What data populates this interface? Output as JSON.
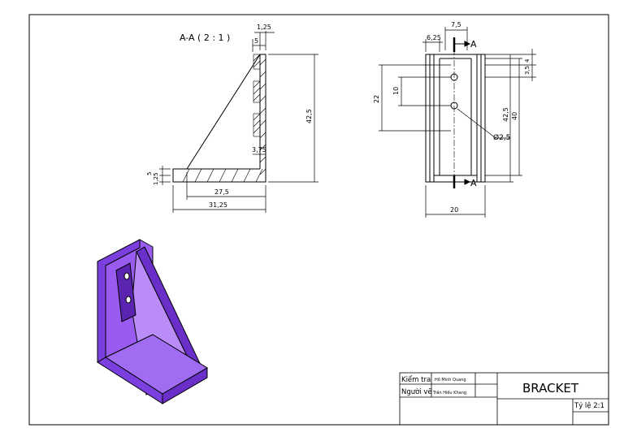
{
  "section_label": "A-A ( 2 : 1 )",
  "section_dims": {
    "d_1_25_top": "1,25",
    "d_5_top": "5",
    "d_42_5": "42,5",
    "d_3_75": "3,75",
    "d_5_left": "5",
    "d_1_25_left": "1,25",
    "d_27_5": "27,5",
    "d_31_25": "31,25"
  },
  "front_dims": {
    "d_7_5": "7,5",
    "d_6_25": "6,25",
    "section_mark_top": "A",
    "section_mark_bottom": "A",
    "d_22": "22",
    "d_10": "10",
    "d_3_5": "3,5",
    "d_4": "4",
    "d_42_5": "42,5",
    "d_40": "40",
    "d_phi_2_5": "Ø2,5",
    "d_20": "20"
  },
  "title_block": {
    "checker_label": "Kiểm tra",
    "checker_name": "Hồ Minh Quang",
    "drafter_label": "Người vẽ",
    "drafter_name": "Trần Hiếu Khang",
    "title": "BRACKET",
    "scale": "Tỷ lệ 2:1"
  },
  "colors": {
    "line": "#000000",
    "iso_face": "#9a5cf0",
    "iso_dark": "#6a2fc8",
    "iso_light": "#b98cf7"
  }
}
